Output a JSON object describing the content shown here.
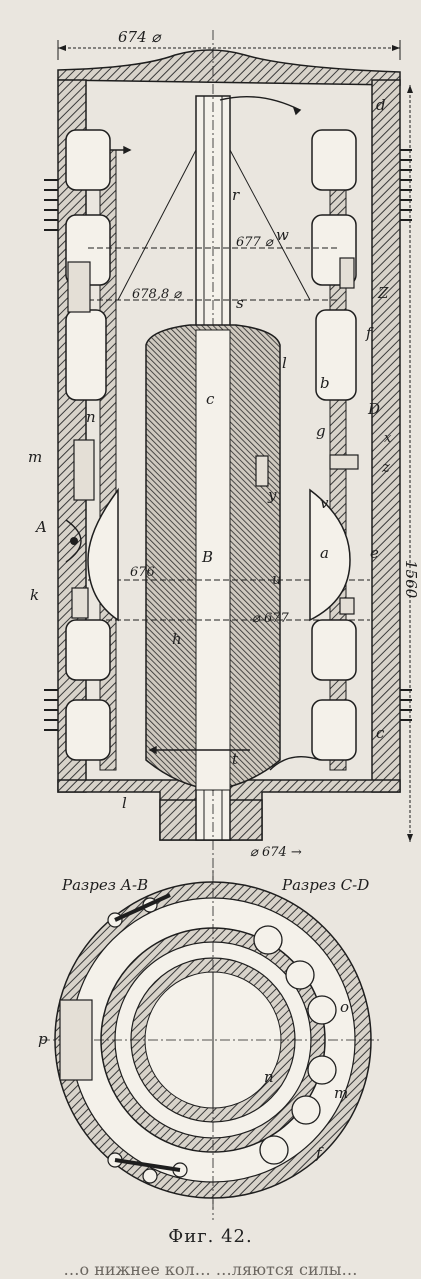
{
  "figure": {
    "caption": "Фиг. 42.",
    "partial_text": "…о нижнее кол… …ляются силы…"
  },
  "dimensions": {
    "top_width": "674 ⌀",
    "inner_top": "677 ⌀",
    "mid_left": "678,8 ⌀",
    "mid_lower_left": "676",
    "mid_lower_right": "⌀ 677",
    "bottom_width": "⌀ 674 →",
    "height": "1560"
  },
  "letters": {
    "d": "d",
    "r": "r",
    "w": "w",
    "Z": "Z",
    "s": "s",
    "f": "f",
    "l": "l",
    "b": "b",
    "D": "D",
    "x": "x",
    "n": "n",
    "c": "c",
    "g": "g",
    "z": "z",
    "m": "m",
    "y": "y",
    "v": "v",
    "A": "A",
    "B": "B",
    "a": "a",
    "e": "e",
    "u": "u",
    "k": "k",
    "h": "h",
    "t": "t",
    "c2": "c",
    "l2": "l"
  },
  "sections": {
    "left_title": "Разрез А-В",
    "right_title": "Разрез С-D",
    "o": "o",
    "p": "p",
    "n": "n",
    "m": "m",
    "f": "f"
  },
  "colors": {
    "ink": "#1e1e1e",
    "paper": "#eae6df",
    "hatch": "#3a3a3a"
  }
}
